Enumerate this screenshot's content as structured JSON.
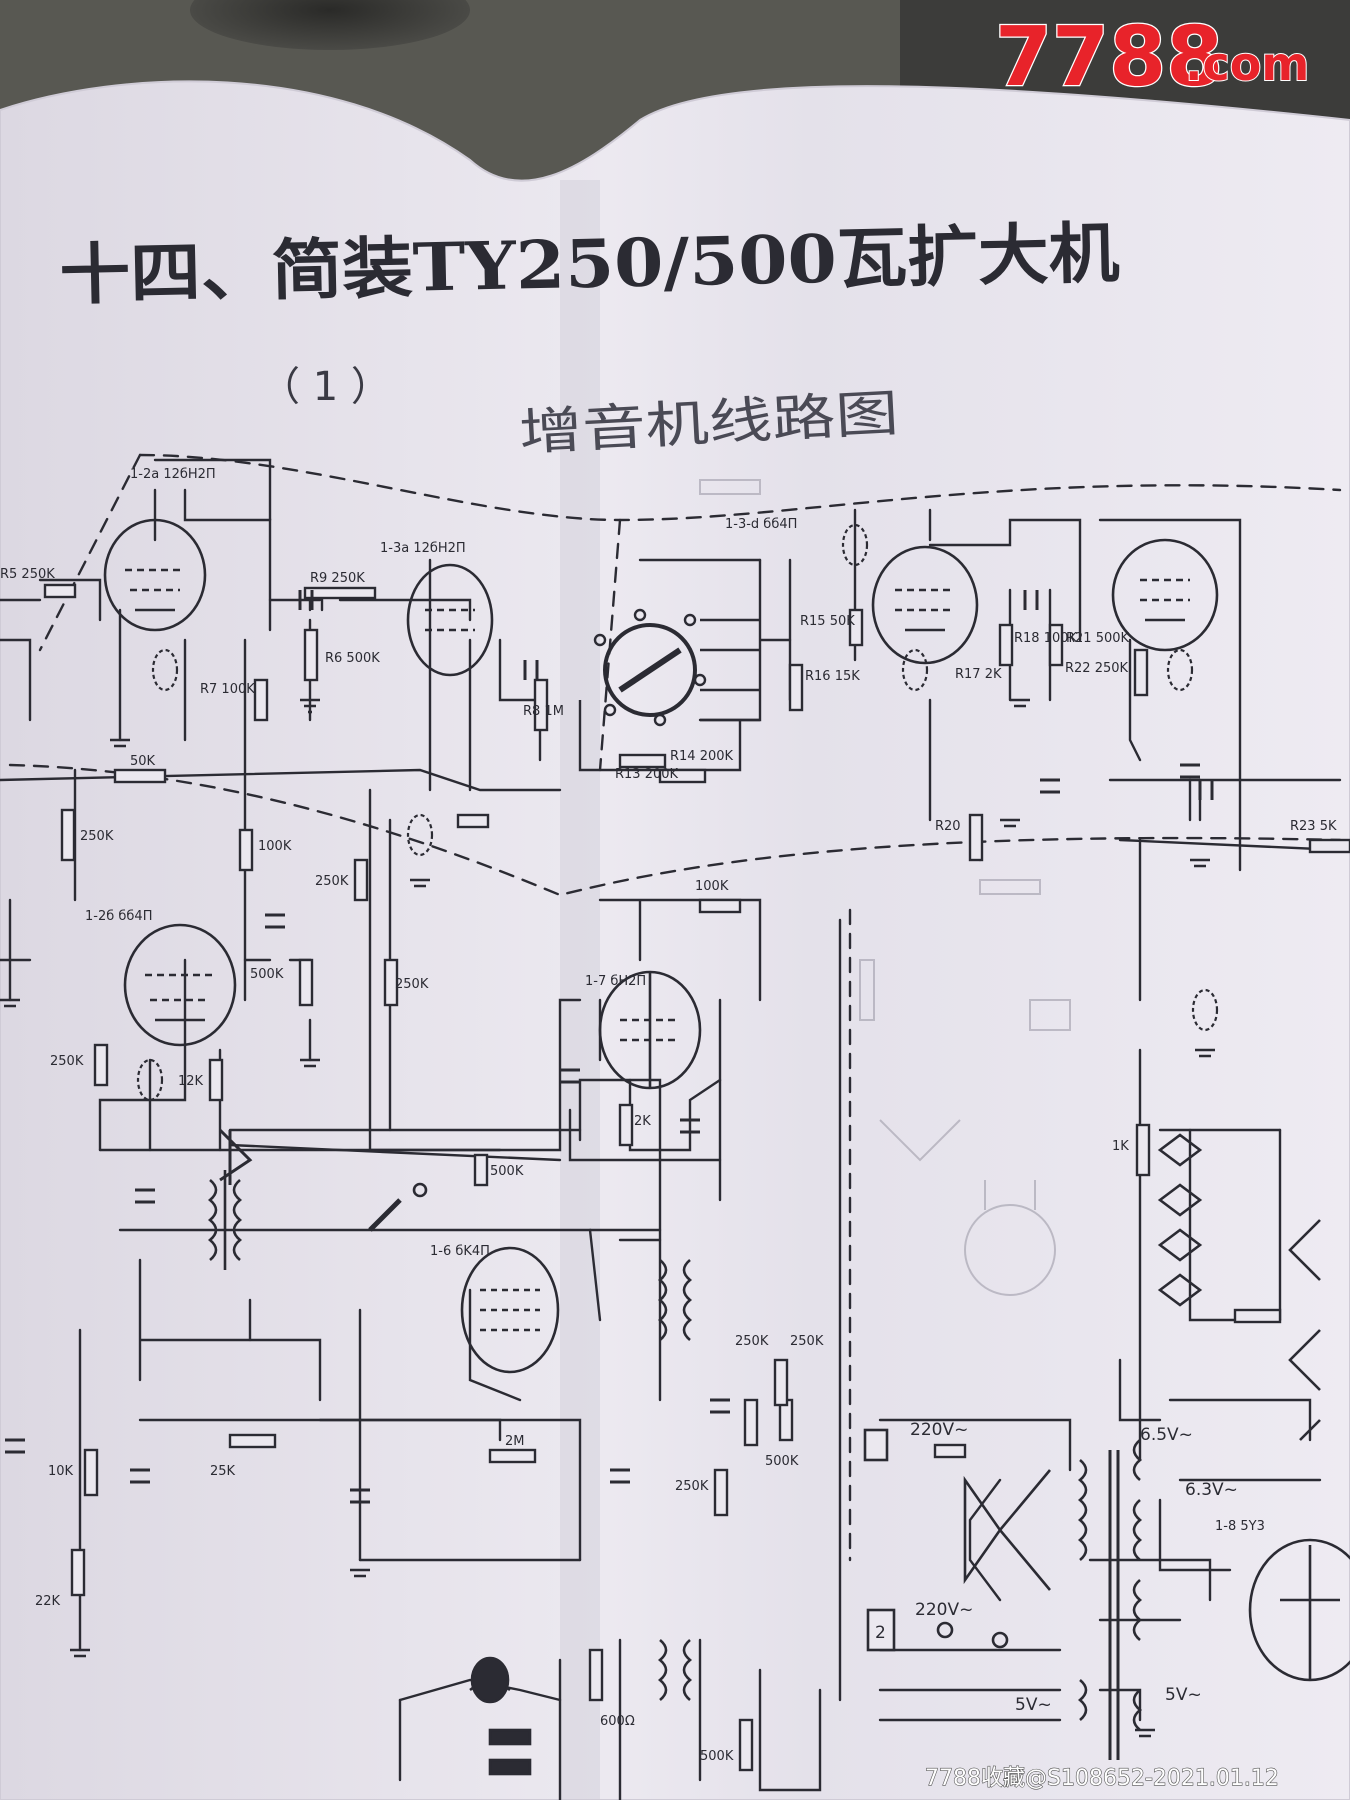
{
  "watermark": {
    "brand_number": "7788",
    "brand_suffix": ".com",
    "footer": "7788收藏@S108652-2021.01.12"
  },
  "heading": {
    "title": "十四、简装TY250/500瓦扩大机",
    "section": "（ 1 ）",
    "subtitle": "增音机线路图"
  },
  "tube_labels": [
    "1-2a 12бH2П",
    "1-3a 12бH2П",
    "1-2б бб4П",
    "1-3-d бб4П",
    "1-7 бH2П",
    "1-6 бK4П",
    "1-8 5Y3"
  ],
  "component_labels": {
    "r5": "R5 250K",
    "r6": "R6 500K",
    "r7": "R7 100K",
    "r8": "R8 1M",
    "r9": "R9 250K",
    "r_50k": "50K",
    "r_250k_a": "250K",
    "r_100k_a": "100K",
    "r_250k_b": "250K",
    "r_500k_a": "500K",
    "r_250k_c": "250K",
    "r_250k_d": "250K",
    "r_12k": "12K",
    "r_100k_b": "100K",
    "r_2k_a": "2K",
    "r_500k_b": "500K",
    "r13": "R13 200K",
    "r14": "R14 200K",
    "r15": "R15 50K",
    "r16": "R16 15K",
    "r17": "R17 2K",
    "r18": "R18 100K",
    "r20": "R20",
    "r21": "R21 500K",
    "r22": "R22 250K",
    "r23": "R23 5K",
    "r_1k": "1K",
    "r_25k": "25K",
    "r_2m": "2M",
    "r_10k": "10K",
    "r_22k": "22K",
    "r_250k_e": "250K",
    "r_250k_f": "250K",
    "r_500k_c": "500K",
    "r_250k_g": "250K",
    "r_600": "600Ω",
    "r_500k_d": "500K"
  },
  "power_labels": {
    "mains_in": "220V~",
    "mains_out": "220V~",
    "heater_a": "6.5V~",
    "heater_b": "6.3V~",
    "rect_left": "5V~",
    "rect_right": "5V~",
    "fuse_box": "2"
  },
  "colors": {
    "paper": "#e9e6ee",
    "ink": "#2b2b33",
    "ghost_ink": "#a9a7b3",
    "brand_red": "#e8232a"
  }
}
